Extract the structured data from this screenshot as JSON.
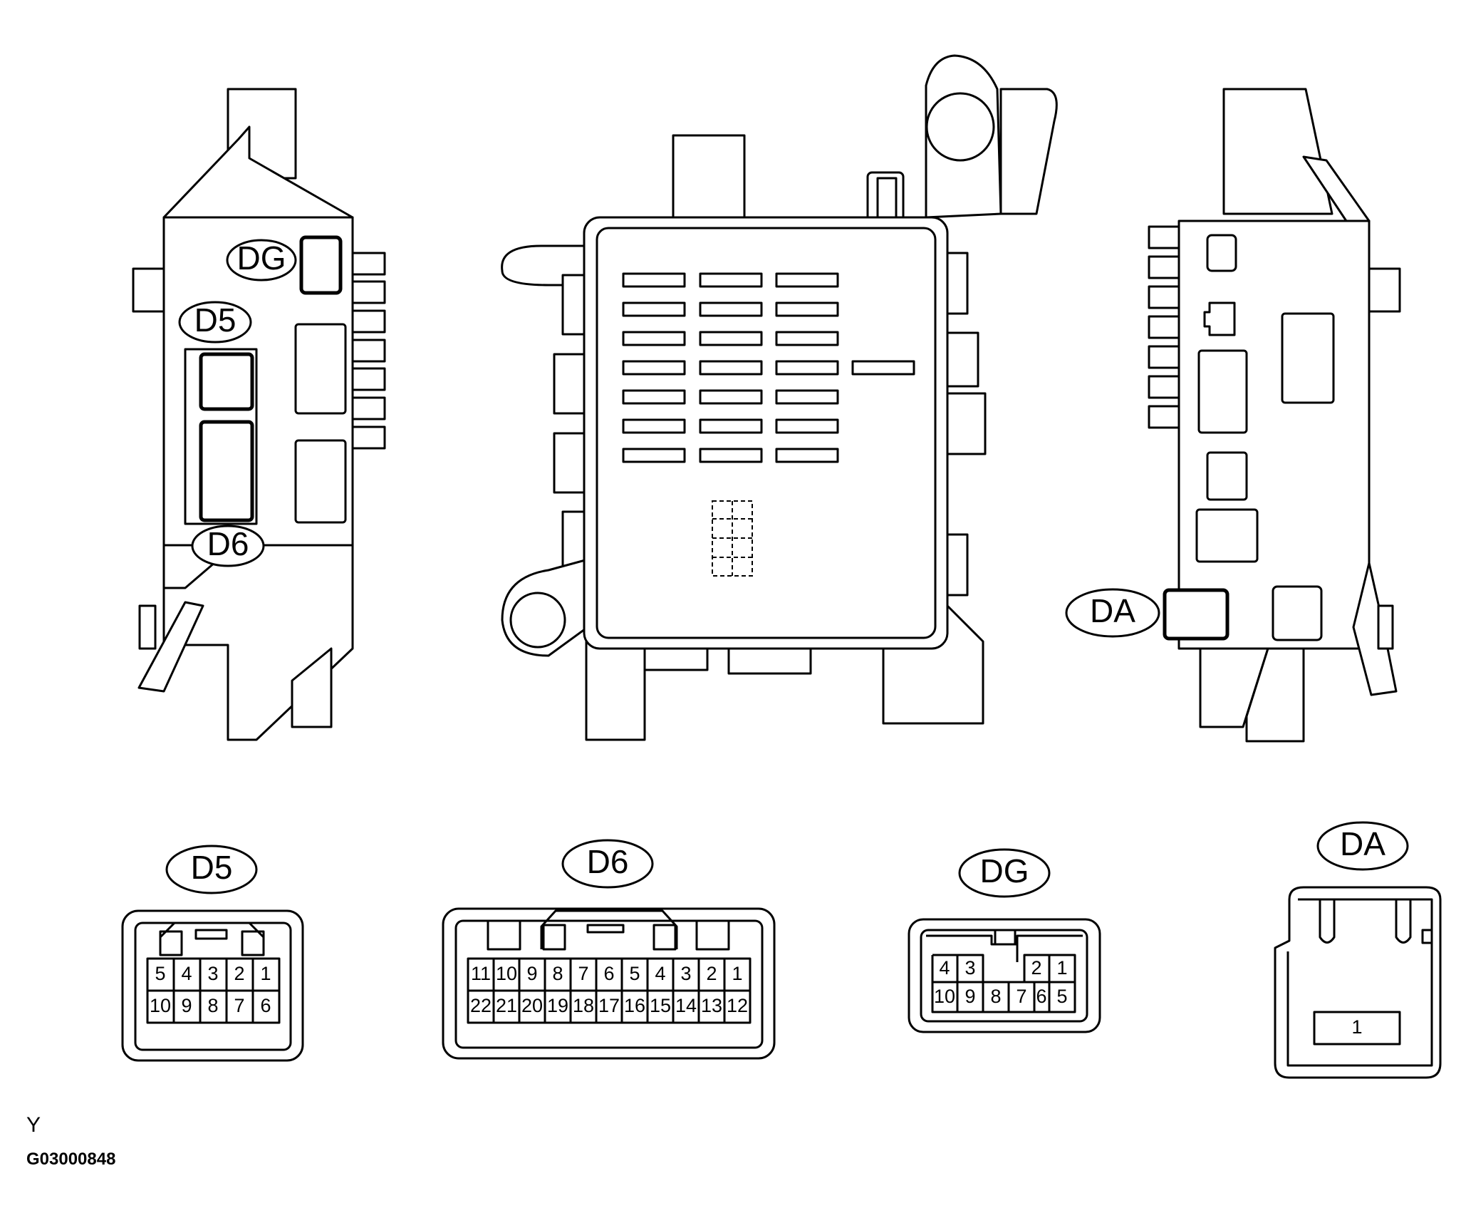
{
  "callouts": {
    "dg": "DG",
    "d5": "D5",
    "d6": "D6",
    "da": "DA"
  },
  "connectors": [
    {
      "id": "D5",
      "title": "D5",
      "rows": [
        [
          "5",
          "4",
          "3",
          "2",
          "1"
        ],
        [
          "10",
          "9",
          "8",
          "7",
          "6"
        ]
      ]
    },
    {
      "id": "D6",
      "title": "D6",
      "rows": [
        [
          "11",
          "10",
          "9",
          "8",
          "7",
          "6",
          "5",
          "4",
          "3",
          "2",
          "1"
        ],
        [
          "22",
          "21",
          "20",
          "19",
          "18",
          "17",
          "16",
          "15",
          "14",
          "13",
          "12"
        ]
      ]
    },
    {
      "id": "DG",
      "title": "DG",
      "rows": [
        [
          "4",
          "3",
          "",
          "",
          "2",
          "1"
        ],
        [
          "10",
          "9",
          "8",
          "7",
          "6",
          "5"
        ]
      ]
    },
    {
      "id": "DA",
      "title": "DA",
      "rows": [
        [
          "1"
        ]
      ]
    }
  ],
  "footer": {
    "mark": "Y",
    "code": "G03000848"
  }
}
